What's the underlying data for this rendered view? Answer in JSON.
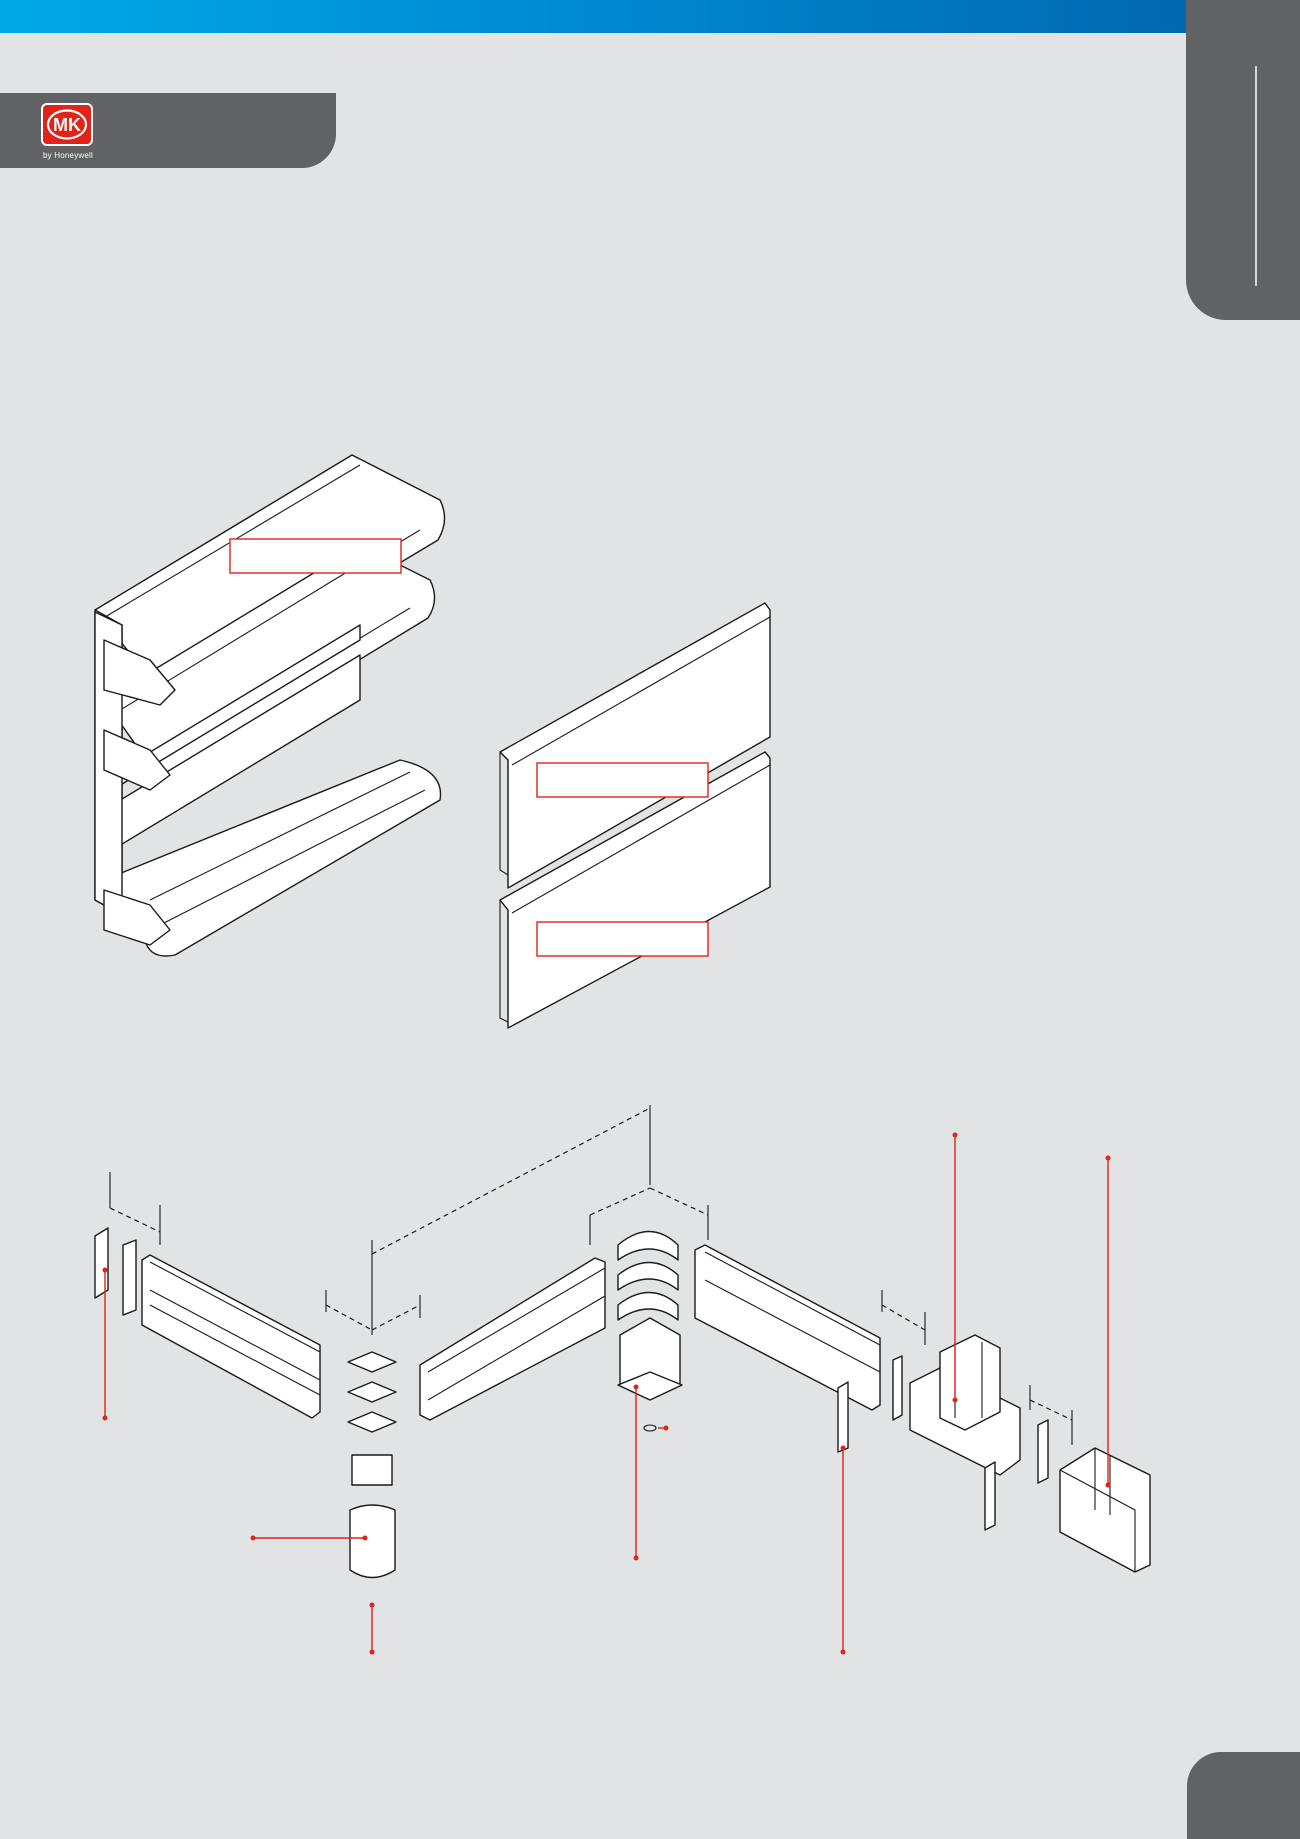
{
  "brand": {
    "logo_text": "MK",
    "tagline": "by Honeywell"
  },
  "colors": {
    "header_gradient_start": "#00a9e6",
    "header_gradient_end": "#0068b0",
    "tab_grey": "#616265",
    "background": "#e2e3e5",
    "callout_red": "#e2231a",
    "line_art": "#1a1a1a"
  },
  "icons": [
    "mk-logo-icon"
  ],
  "figures": {
    "trunking_profile": "trunking-profile-illustration",
    "covers": "trunking-covers-illustration",
    "exploded_system": "trunking-system-exploded-illustration"
  }
}
